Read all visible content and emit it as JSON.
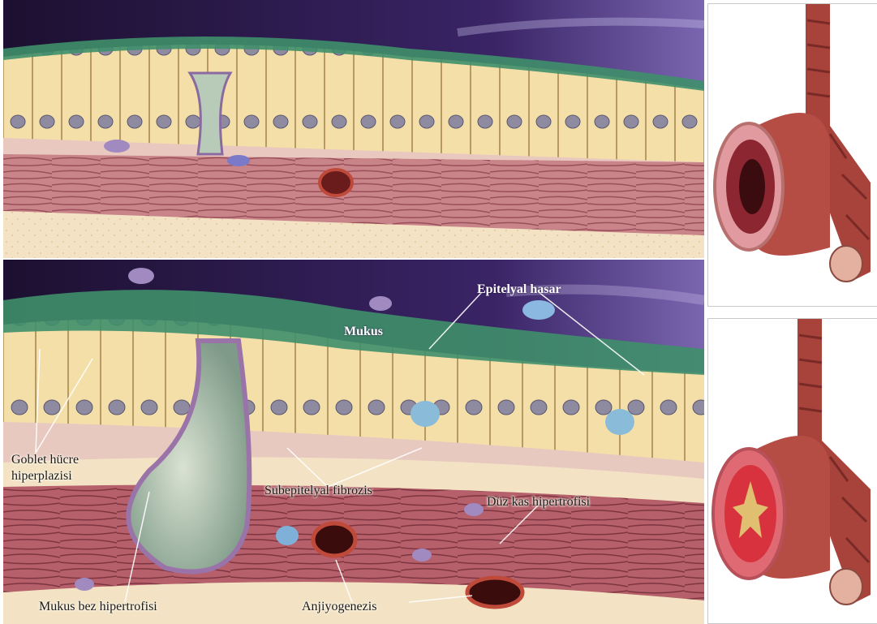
{
  "labels": {
    "epitelyal_hasar": "Epitelyal hasar",
    "mukus": "Mukus",
    "goblet_line1": "Goblet hücre",
    "goblet_line2": "hiperplazisi",
    "subepitelyal_fibrozis": "Subepitelyal fibrozis",
    "duz_kas_hipertrofisi": "Düz kas hipertrofisi",
    "mukus_bez_hipertrofisi": "Mukus bez hipertrofisi",
    "anjiyogenezis": "Anjiyogenezis"
  },
  "panels": {
    "top": "normal airway wall cross-section",
    "bottom": "asthmatic airway wall cross-section",
    "right_top": "normal bronchus",
    "right_bottom": "inflamed bronchus"
  },
  "colors": {
    "sky": "#241640",
    "mucus": "#3f8f6a",
    "cell": "#f4dfa8",
    "submucosa": "#e8c9c0",
    "muscle": "#b5606a",
    "bronchus": "#a8433c"
  }
}
